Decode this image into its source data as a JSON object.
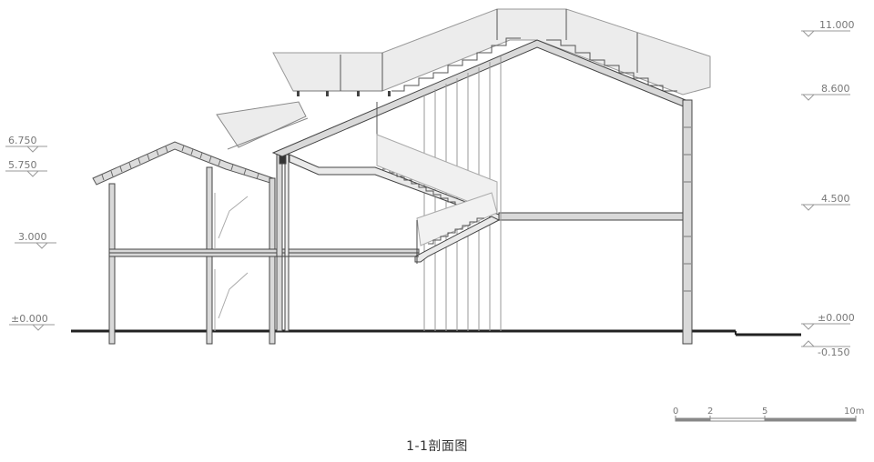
{
  "drawing": {
    "title": "1-1剖面图"
  },
  "elevations": {
    "left": [
      {
        "label": "6.750"
      },
      {
        "label": "5.750"
      },
      {
        "label": "3.000"
      },
      {
        "label": "±0.000"
      }
    ],
    "right": [
      {
        "label": "11.000"
      },
      {
        "label": "8.600"
      },
      {
        "label": "4.500"
      },
      {
        "label": "±0.000"
      },
      {
        "label": "-0.150"
      }
    ]
  },
  "scale_bar": {
    "ticks": [
      "0",
      "2",
      "5",
      "10m"
    ]
  },
  "colors": {
    "line": "#444444",
    "light": "#9a9a9a",
    "glass": "#e9e9e9"
  }
}
